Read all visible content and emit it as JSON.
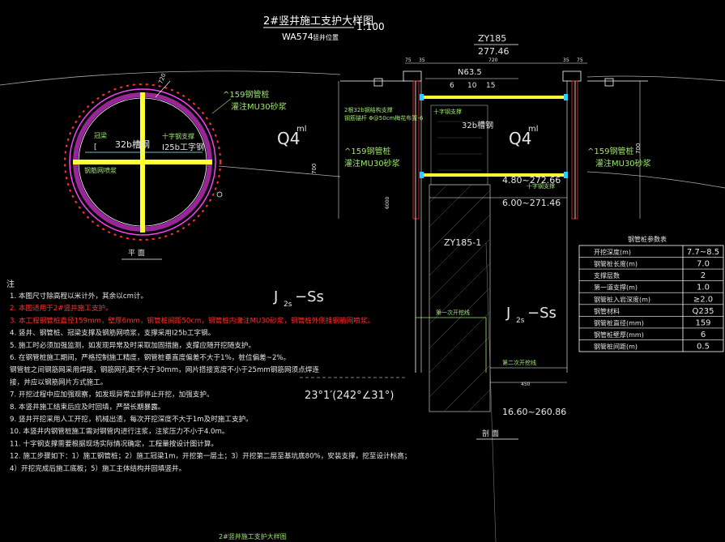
{
  "title": {
    "main": "2#竖井施工支护大样图",
    "scale": "1:100",
    "sub": "WA574",
    "sub_suffix": "竖井位置"
  },
  "plan_view": {
    "labels": {
      "circle_dim": "720",
      "steel_pipe": "^159钢管桩",
      "concrete": "灌注MU30砂浆",
      "ring_beam": "冠梁",
      "cross_brace": "十字钢支撑",
      "i_beam": "I25b工字钢",
      "channel": "32b槽钢",
      "bracket": "[",
      "wall": "钢筋网喷浆",
      "caption": "平    面"
    }
  },
  "section": {
    "top_label": "ZY185",
    "top_elev": "277.46",
    "steel": "N63.5",
    "dims_top": [
      "75",
      "35",
      "720",
      "35",
      "75"
    ],
    "brace_dims": [
      "6",
      "10",
      "15"
    ],
    "left_notes": [
      "2根32b钢结构支撑",
      "钢筋锚杆 Φ@50cm梅花布置-6"
    ],
    "channel_label": "32b槽钢",
    "stratum_top": "Q4",
    "stratum_sup": "ml",
    "pile_label": "^159钢管桩",
    "pile_label2": "灌注MU30砂浆",
    "cross_label": "十字钢支撑",
    "elev1": "4.80~272.66",
    "elev2": "6.00~271.46",
    "shaft_label": "ZY185-1",
    "side_dim": "700",
    "side_dim_right": "700",
    "rock": "J",
    "rock_sub": "2s",
    "rock_suffix": "−Ss",
    "first_step": "第一次开挖线",
    "second_step": "第二次开挖线",
    "bottom_dim": "450",
    "bottom_elev": "16.60~260.86",
    "angle": "23°1′(242°∠31°)",
    "caption": "剖    面",
    "left_depth": "6000"
  },
  "table": {
    "title": "钢管桩参数表",
    "rows": [
      [
        "开挖深度(m)",
        "7.7~8.5"
      ],
      [
        "钢管桩长度(m)",
        "7.0"
      ],
      [
        "支撑层数",
        "2"
      ],
      [
        "第一道支撑(m)",
        "1.0"
      ],
      [
        "钢管桩入岩深度(m)",
        "≥2.0"
      ],
      [
        "钢管材料",
        "Q235"
      ],
      [
        "钢管桩直径(mm)",
        "159"
      ],
      [
        "钢管桩壁厚(mm)",
        "6"
      ],
      [
        "钢管桩间距(m)",
        "0.5"
      ]
    ]
  },
  "notes": {
    "heading": "注",
    "items": [
      {
        "text": "1. 本图尺寸除高程以米计外，其余以cm计。",
        "color": "white"
      },
      {
        "text": "2. 本图适用于2#竖井施工支护。",
        "color": "red"
      },
      {
        "text": "3. 本工程钢管桩直径159mm，壁厚6mm，钢管桩间距50cm，钢管桩内灌注MU30砂浆，钢管桩外侧挂钢筋网喷浆。",
        "color": "red"
      },
      {
        "text": "4. 竖井、钢管桩、冠梁支撑及钢筋网喷浆，支撑采用I25b工字钢。",
        "color": "white"
      },
      {
        "text": "5. 施工时必须加强监测，如发现异常及时采取加固措施，支撑应随开挖随支护。",
        "color": "white"
      },
      {
        "text": "6. 在钢管桩施工期间，严格控制施工精度，钢管桩垂直度偏差不大于1%，桩位偏差~2%。",
        "color": "white"
      },
      {
        "text": "    钢管桩之间钢筋网采用焊接，钢筋网孔距不大于30mm，网片搭接宽度不小于25mm钢筋网须点焊连",
        "color": "white"
      },
      {
        "text": "    接，并应以钢筋网片方式施工。",
        "color": "white"
      },
      {
        "text": "7. 开挖过程中应加强观察，如发现异常立即停止开挖，加强支护。",
        "color": "white"
      },
      {
        "text": "8. 本竖井施工结束后应及时回填，严禁长期暴露。",
        "color": "white"
      },
      {
        "text": "9. 竖井开挖采用人工开挖，机械出渣，每次开挖深度不大于1m及时施工支护。",
        "color": "white"
      },
      {
        "text": "10. 本竖井内钢管桩施工需对钢管内进行注浆，注浆压力不小于4.0m。",
        "color": "white"
      },
      {
        "text": "11. 十字钢支撑需要根据现场实际情况确定，工程量按设计图计算。",
        "color": "white"
      },
      {
        "text": "12. 施工步骤如下：1）施工钢管桩；2）施工冠梁1m，开挖第一层土；3）开挖第二层至基坑底80%，安装支撑，挖至设计标高；",
        "color": "white"
      },
      {
        "text": "    4）开挖完成后施工底板；5）施工主体结构并回填竖井。",
        "color": "white"
      }
    ]
  },
  "footer": "2#竖井施工支护大样图"
}
